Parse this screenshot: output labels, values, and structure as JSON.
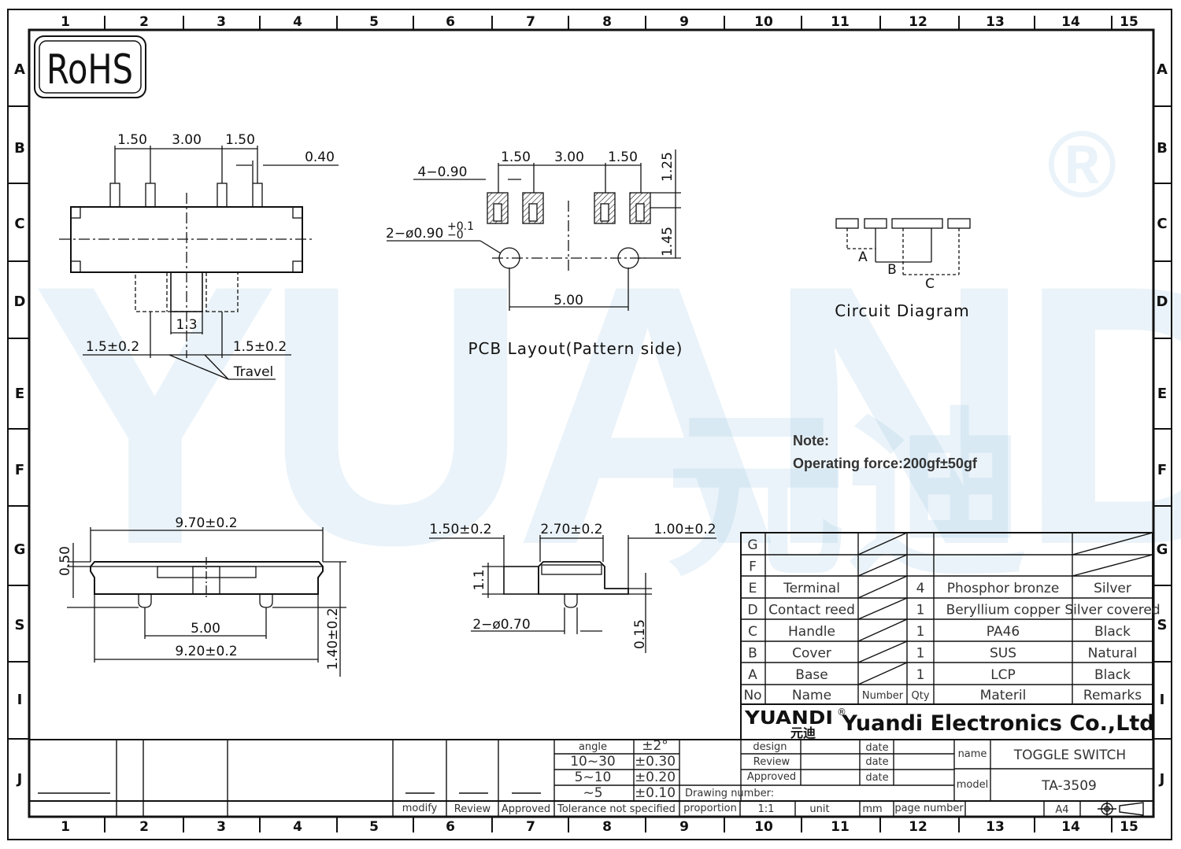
{
  "colors": {
    "line": "#111111",
    "watermark": "#5aa4d6",
    "text": "#333333"
  },
  "border": {
    "cols": [
      "1",
      "2",
      "3",
      "4",
      "5",
      "6",
      "7",
      "8",
      "9",
      "10",
      "11",
      "12",
      "13",
      "14",
      "15"
    ],
    "rows": [
      "A",
      "B",
      "C",
      "D",
      "E",
      "F",
      "G",
      "S",
      "I",
      "J"
    ]
  },
  "rohs": "RoHS",
  "watermark": {
    "brand": "YUANDI",
    "hanzi": "元迪",
    "reg": "®"
  },
  "top_view": {
    "d1": "1.50",
    "d2": "3.00",
    "d3": "1.50",
    "d4": "0.40",
    "d5": "1.3",
    "d6": "1.5±0.2",
    "d7": "1.5±0.2",
    "travel": "Travel"
  },
  "pcb": {
    "d1": "1.50",
    "d2": "3.00",
    "d3": "1.50",
    "d4": "1.25",
    "d5": "1.45",
    "pads": "4−0.90",
    "holes": "2−ø0.90",
    "tol_up": "+0.1",
    "tol_dn": "−0",
    "d6": "5.00",
    "title": "PCB  Layout(Pattern  side)"
  },
  "circuit": {
    "a": "A",
    "b": "B",
    "c": "C",
    "title": "Circuit  Diagram"
  },
  "note": {
    "title": "Note:",
    "text": "Operating force:200gf±50gf"
  },
  "front_view": {
    "d1": "9.70±0.2",
    "d2": "0.50",
    "d3": "5.00",
    "d4": "9.20±0.2",
    "d5": "1.40±0.2"
  },
  "side_view": {
    "d1": "1.50±0.2",
    "d2": "2.70±0.2",
    "d3": "1.00±0.2",
    "d4": "1.1",
    "d5": "2−ø0.70",
    "d6": "0.15"
  },
  "bom": {
    "rows": [
      {
        "no": "G",
        "name": "",
        "qty": "",
        "material": "",
        "remarks": ""
      },
      {
        "no": "F",
        "name": "",
        "qty": "",
        "material": "",
        "remarks": ""
      },
      {
        "no": "E",
        "name": "Terminal",
        "qty": "4",
        "material": "Phosphor bronze",
        "remarks": "Silver"
      },
      {
        "no": "D",
        "name": "Contact reed",
        "qty": "1",
        "material": "Beryllium copper",
        "remarks": "Silver covered"
      },
      {
        "no": "C",
        "name": "Handle",
        "qty": "1",
        "material": "PA46",
        "remarks": "Black"
      },
      {
        "no": "B",
        "name": "Cover",
        "qty": "1",
        "material": "SUS",
        "remarks": "Natural"
      },
      {
        "no": "A",
        "name": "Base",
        "qty": "1",
        "material": "LCP",
        "remarks": "Black"
      }
    ],
    "header": {
      "no": "No",
      "name": "Name",
      "number": "Number",
      "qty": "Qty",
      "material": "Materil",
      "remarks": "Remarks"
    }
  },
  "company": {
    "logo": "YUANDI",
    "logo_cn": "元迪",
    "reg": "®",
    "name": "Yuandi Electronics Co.,Ltd"
  },
  "tolerance": {
    "rows": [
      {
        "range": "angle",
        "tol": "±2°"
      },
      {
        "range": "10~30",
        "tol": "±0.30"
      },
      {
        "range": "5~10",
        "tol": "±0.20"
      },
      {
        "range": "~5",
        "tol": "±0.10"
      }
    ],
    "label": "Tolerance not specified"
  },
  "revision": {
    "modify": "modify",
    "review": "Review",
    "approved": "Approved"
  },
  "signoff": {
    "design": "design",
    "review": "Review",
    "approved": "Approved",
    "date": "date",
    "drawing_number": "Drawing number:"
  },
  "part": {
    "name_label": "name",
    "name": "TOGGLE SWITCH",
    "model_label": "model",
    "model": "TA-3509"
  },
  "bottom": {
    "proportion": "proportion",
    "scale": "1:1",
    "unit": "unit",
    "mm": "mm",
    "page_number": "page number",
    "size": "A4"
  }
}
